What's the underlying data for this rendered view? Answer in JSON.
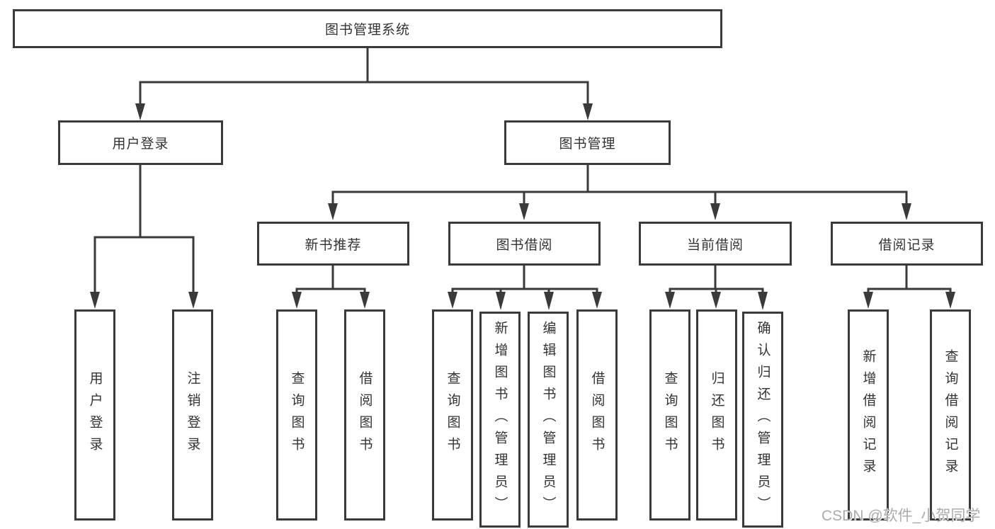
{
  "diagram_title": "图书管理系统",
  "colors": {
    "line": "#3a3a3a",
    "text": "#333333",
    "background": "#ffffff",
    "watermark_text": "#ababab"
  },
  "tree": {
    "root": "图书管理系统",
    "branches": [
      {
        "label": "用户登录",
        "children": [
          "用户登录",
          "注销登录"
        ]
      },
      {
        "label": "图书管理",
        "children": [
          {
            "label": "新书推荐",
            "children": [
              "查询图书",
              "借阅图书"
            ]
          },
          {
            "label": "图书借阅",
            "children": [
              "查询图书",
              "新增图书（管理员）",
              "编辑图书（管理员）",
              "借阅图书"
            ]
          },
          {
            "label": "当前借阅",
            "children": [
              "查询图书",
              "归还图书",
              "确认归还（管理员）"
            ]
          },
          {
            "label": "借阅记录",
            "children": [
              "新增借阅记录",
              "查询借阅记录"
            ]
          }
        ]
      }
    ]
  },
  "watermark": "CSDN @软件_小贺同学"
}
